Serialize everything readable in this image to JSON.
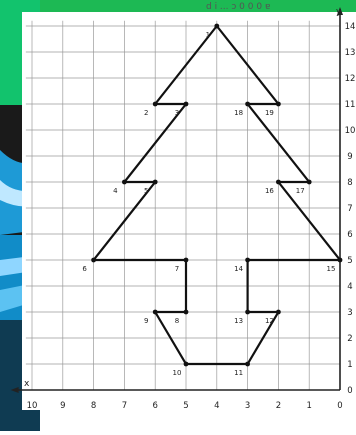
{
  "header": {
    "title_fragment": "d i  ...  ɔ 0 0 0 ɐ"
  },
  "axes": {
    "x_axis_label": "x",
    "y_axis_label": "y",
    "x_ticks": [
      "10",
      "9",
      "8",
      "7",
      "6",
      "5",
      "4",
      "3",
      "2",
      "1",
      "0"
    ],
    "y_ticks": [
      "0",
      "1",
      "2",
      "3",
      "4",
      "5",
      "6",
      "7",
      "8",
      "9",
      "10",
      "11",
      "12",
      "13",
      "14"
    ]
  },
  "colors": {
    "grid": "#9a9a9a",
    "axis": "#222222",
    "tree": "#111111",
    "label": "#222222",
    "green": "#12c36d"
  },
  "chart_data": {
    "type": "scatter",
    "xlim": [
      0,
      10
    ],
    "ylim": [
      0,
      14
    ],
    "grid": true,
    "note_orientation": "figure shown mirrored; x increases to the left",
    "points": [
      {
        "label": "1",
        "x": 4,
        "y": 14
      },
      {
        "label": "2",
        "x": 6,
        "y": 11
      },
      {
        "label": "3",
        "x": 5,
        "y": 11
      },
      {
        "label": "4",
        "x": 7,
        "y": 8
      },
      {
        "label": "5",
        "x": 6,
        "y": 8
      },
      {
        "label": "6",
        "x": 8,
        "y": 5
      },
      {
        "label": "7",
        "x": 5,
        "y": 5
      },
      {
        "label": "8",
        "x": 5,
        "y": 3
      },
      {
        "label": "9",
        "x": 6,
        "y": 3
      },
      {
        "label": "10",
        "x": 5,
        "y": 1
      },
      {
        "label": "11",
        "x": 3,
        "y": 1
      },
      {
        "label": "12",
        "x": 2,
        "y": 3
      },
      {
        "label": "13",
        "x": 3,
        "y": 3
      },
      {
        "label": "14",
        "x": 3,
        "y": 5
      },
      {
        "label": "15",
        "x": 0,
        "y": 5
      },
      {
        "label": "16",
        "x": 2,
        "y": 8
      },
      {
        "label": "17",
        "x": 1,
        "y": 8
      },
      {
        "label": "18",
        "x": 3,
        "y": 11
      },
      {
        "label": "19",
        "x": 2,
        "y": 11
      }
    ],
    "path_order": [
      "1",
      "2",
      "3",
      "4",
      "5",
      "6",
      "7",
      "8",
      "9",
      "10",
      "11",
      "12",
      "13",
      "14",
      "15",
      "16",
      "17",
      "18",
      "19",
      "1"
    ]
  }
}
